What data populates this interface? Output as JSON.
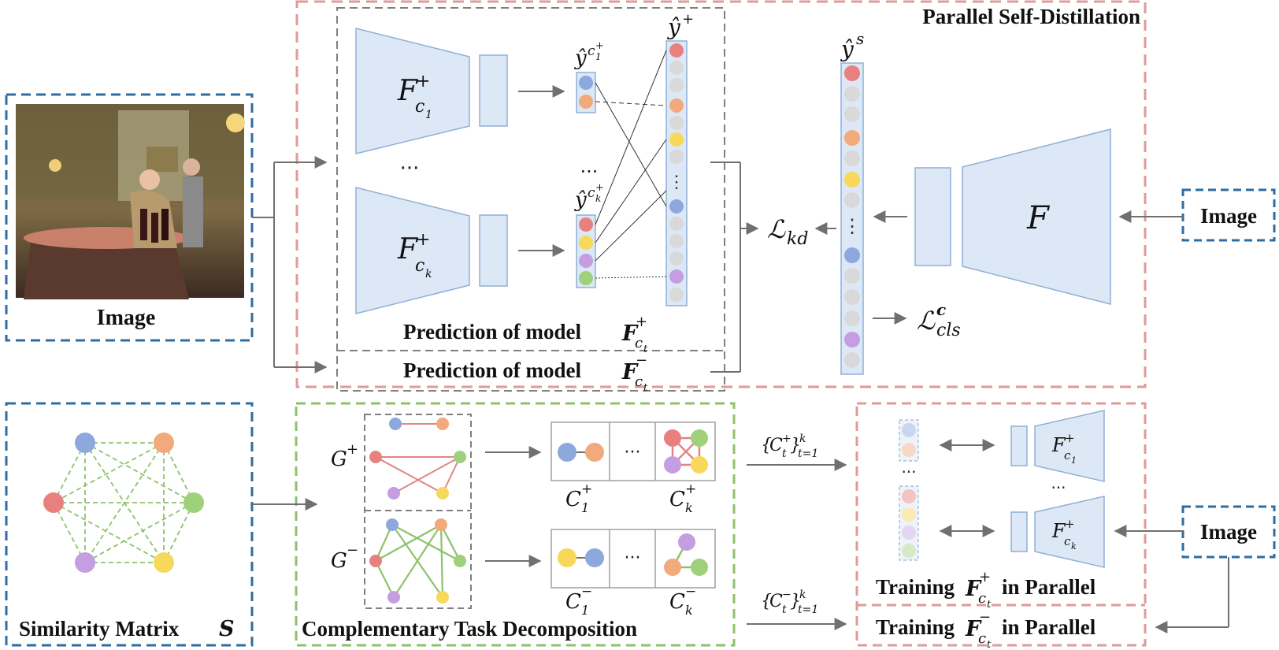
{
  "labels": {
    "image_left": "Image",
    "image_right_top": "Image",
    "image_right_bottom": "Image",
    "parallel_self_distillation": "Parallel Self-Distillation",
    "prediction_pos": "Prediction of model",
    "prediction_neg": "Prediction of model",
    "similarity_matrix": "Similarity Matrix",
    "similarity_symbol": "S",
    "task_decomposition": "Complementary Task Decomposition",
    "training_pos": "Training",
    "training_neg": "Training",
    "in_parallel": "in Parallel",
    "ellipsis": "···",
    "vdots": "⋮"
  },
  "math": {
    "F": "F",
    "F_plus_sup": "+",
    "F_minus_sup": "−",
    "c1": "c",
    "c1_sub": "1",
    "ck_sub": "k",
    "ct_sub": "t",
    "y_hat": "ŷ",
    "y_hat_plus_sup": "+",
    "y_hat_s_sup": "s",
    "L": "ℒ",
    "L_kd_sub": "kd",
    "L_cls_sub": "cls",
    "L_cls_sup": "c",
    "G_plus": "G",
    "G_minus": "G",
    "C": "C",
    "C_set_plus": "{Cₜ⁺}ₖₜ₌₁",
    "C_set_plus_text": "{",
    "C_set_plus_body": "C",
    "C_set_t": "t",
    "C_set_k": "k",
    "C_set_t1": "t=1"
  },
  "colors": {
    "red_dash": "#e09a9a",
    "blue_dash": "#2e6da4",
    "green_dash": "#8dc26b",
    "gray_dash": "#7f7f7f",
    "network_fill": "#dce8f6",
    "network_stroke": "#8fb0d6",
    "node_red": "#e88080",
    "node_orange": "#f2a97b",
    "node_yellow": "#f7d85a",
    "node_blue": "#8ca8dc",
    "node_purple": "#c49ee0",
    "node_green": "#9fd07b",
    "node_gray": "#d9d9d9",
    "edge_red": "#e08585",
    "edge_green": "#8dc26b"
  },
  "icons": {
    "photo": "dining-room-photo"
  }
}
